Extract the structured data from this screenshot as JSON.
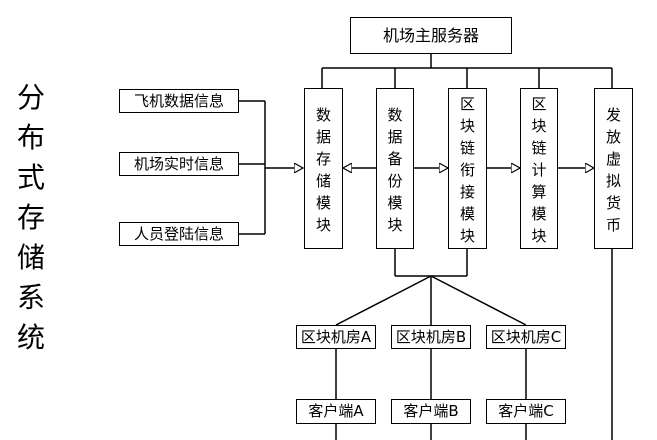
{
  "title": "分布式存储系统",
  "main_server": "机场主服务器",
  "inputs": [
    "飞机数据信息",
    "机场实时信息",
    "人员登陆信息"
  ],
  "modules": [
    "数据存储模块",
    "数据备份模块",
    "区块链衔接模块",
    "区块链计算模块",
    "发放虚拟货币"
  ],
  "rooms": [
    "区块机房A",
    "区块机房B",
    "区块机房C"
  ],
  "clients": [
    "客户端A",
    "客户端B",
    "客户端C"
  ]
}
